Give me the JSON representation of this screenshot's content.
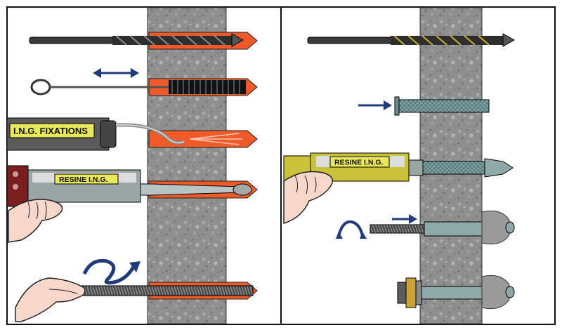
{
  "labels": {
    "left_gun": "I.N.G. FIXATIONS",
    "left_cartridge": "RESINE I.N.G.",
    "right_cartridge": "RESINE I.N.G."
  },
  "colors": {
    "wall": "#8f8f8f",
    "hole": "#f05a28",
    "steel": "#6d8c8c",
    "bit": "#2e2e2e",
    "arrow": "#1f3b7a",
    "label_bg": "#e8e85a",
    "skin": "#f6d7c9",
    "gun_yellow": "#c9c23a",
    "gun_red": "#7a1f1f"
  },
  "icons": [
    "drill-bit-icon",
    "cleaning-brush-icon",
    "double-arrow-icon",
    "blow-pump-icon",
    "resin-gun-icon",
    "threaded-rod-icon",
    "rotate-arrow-icon",
    "mesh-sleeve-icon",
    "push-arrow-icon",
    "nut-washer-icon",
    "hand-icon"
  ]
}
